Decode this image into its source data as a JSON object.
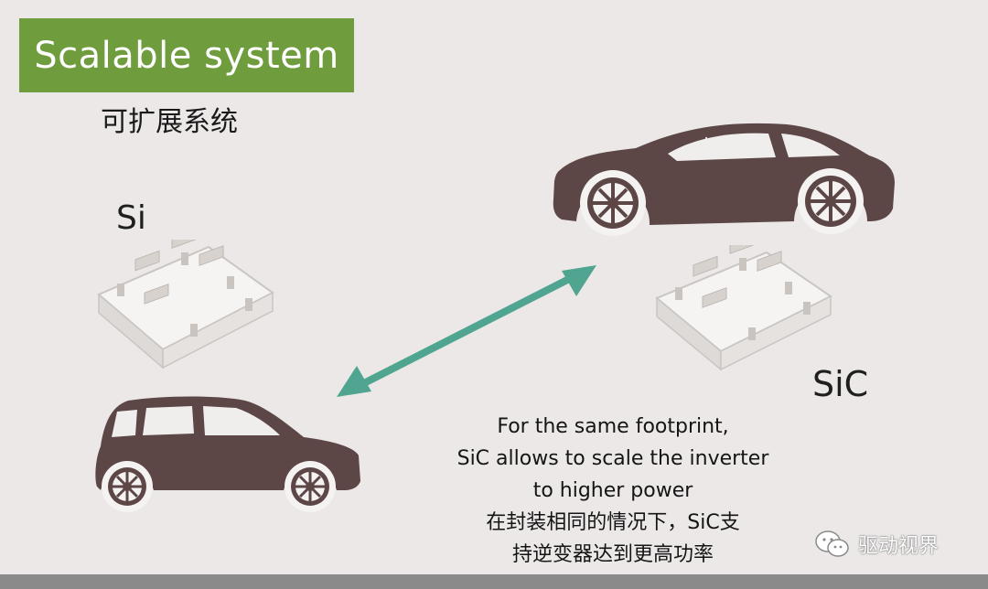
{
  "title": "Scalable system",
  "subtitle": "可扩展系统",
  "labels": {
    "si": "Si",
    "sic": "SiC"
  },
  "caption": {
    "en": [
      "For the same footprint,",
      "SiC allows to scale the inverter",
      "to higher power"
    ],
    "zh": [
      "在封装相同的情况下，SiC支",
      "持逆变器达到更高功率"
    ]
  },
  "watermark": "驱动视界",
  "icons": [
    "sports-car-icon",
    "hatchback-car-icon",
    "power-module-icon",
    "double-arrow-icon",
    "wechat-icon"
  ],
  "colors": {
    "title_bg": "#6f9c3d",
    "car": "#5c4646",
    "arrow": "#4fa58f",
    "background": "#ebe8e7"
  }
}
